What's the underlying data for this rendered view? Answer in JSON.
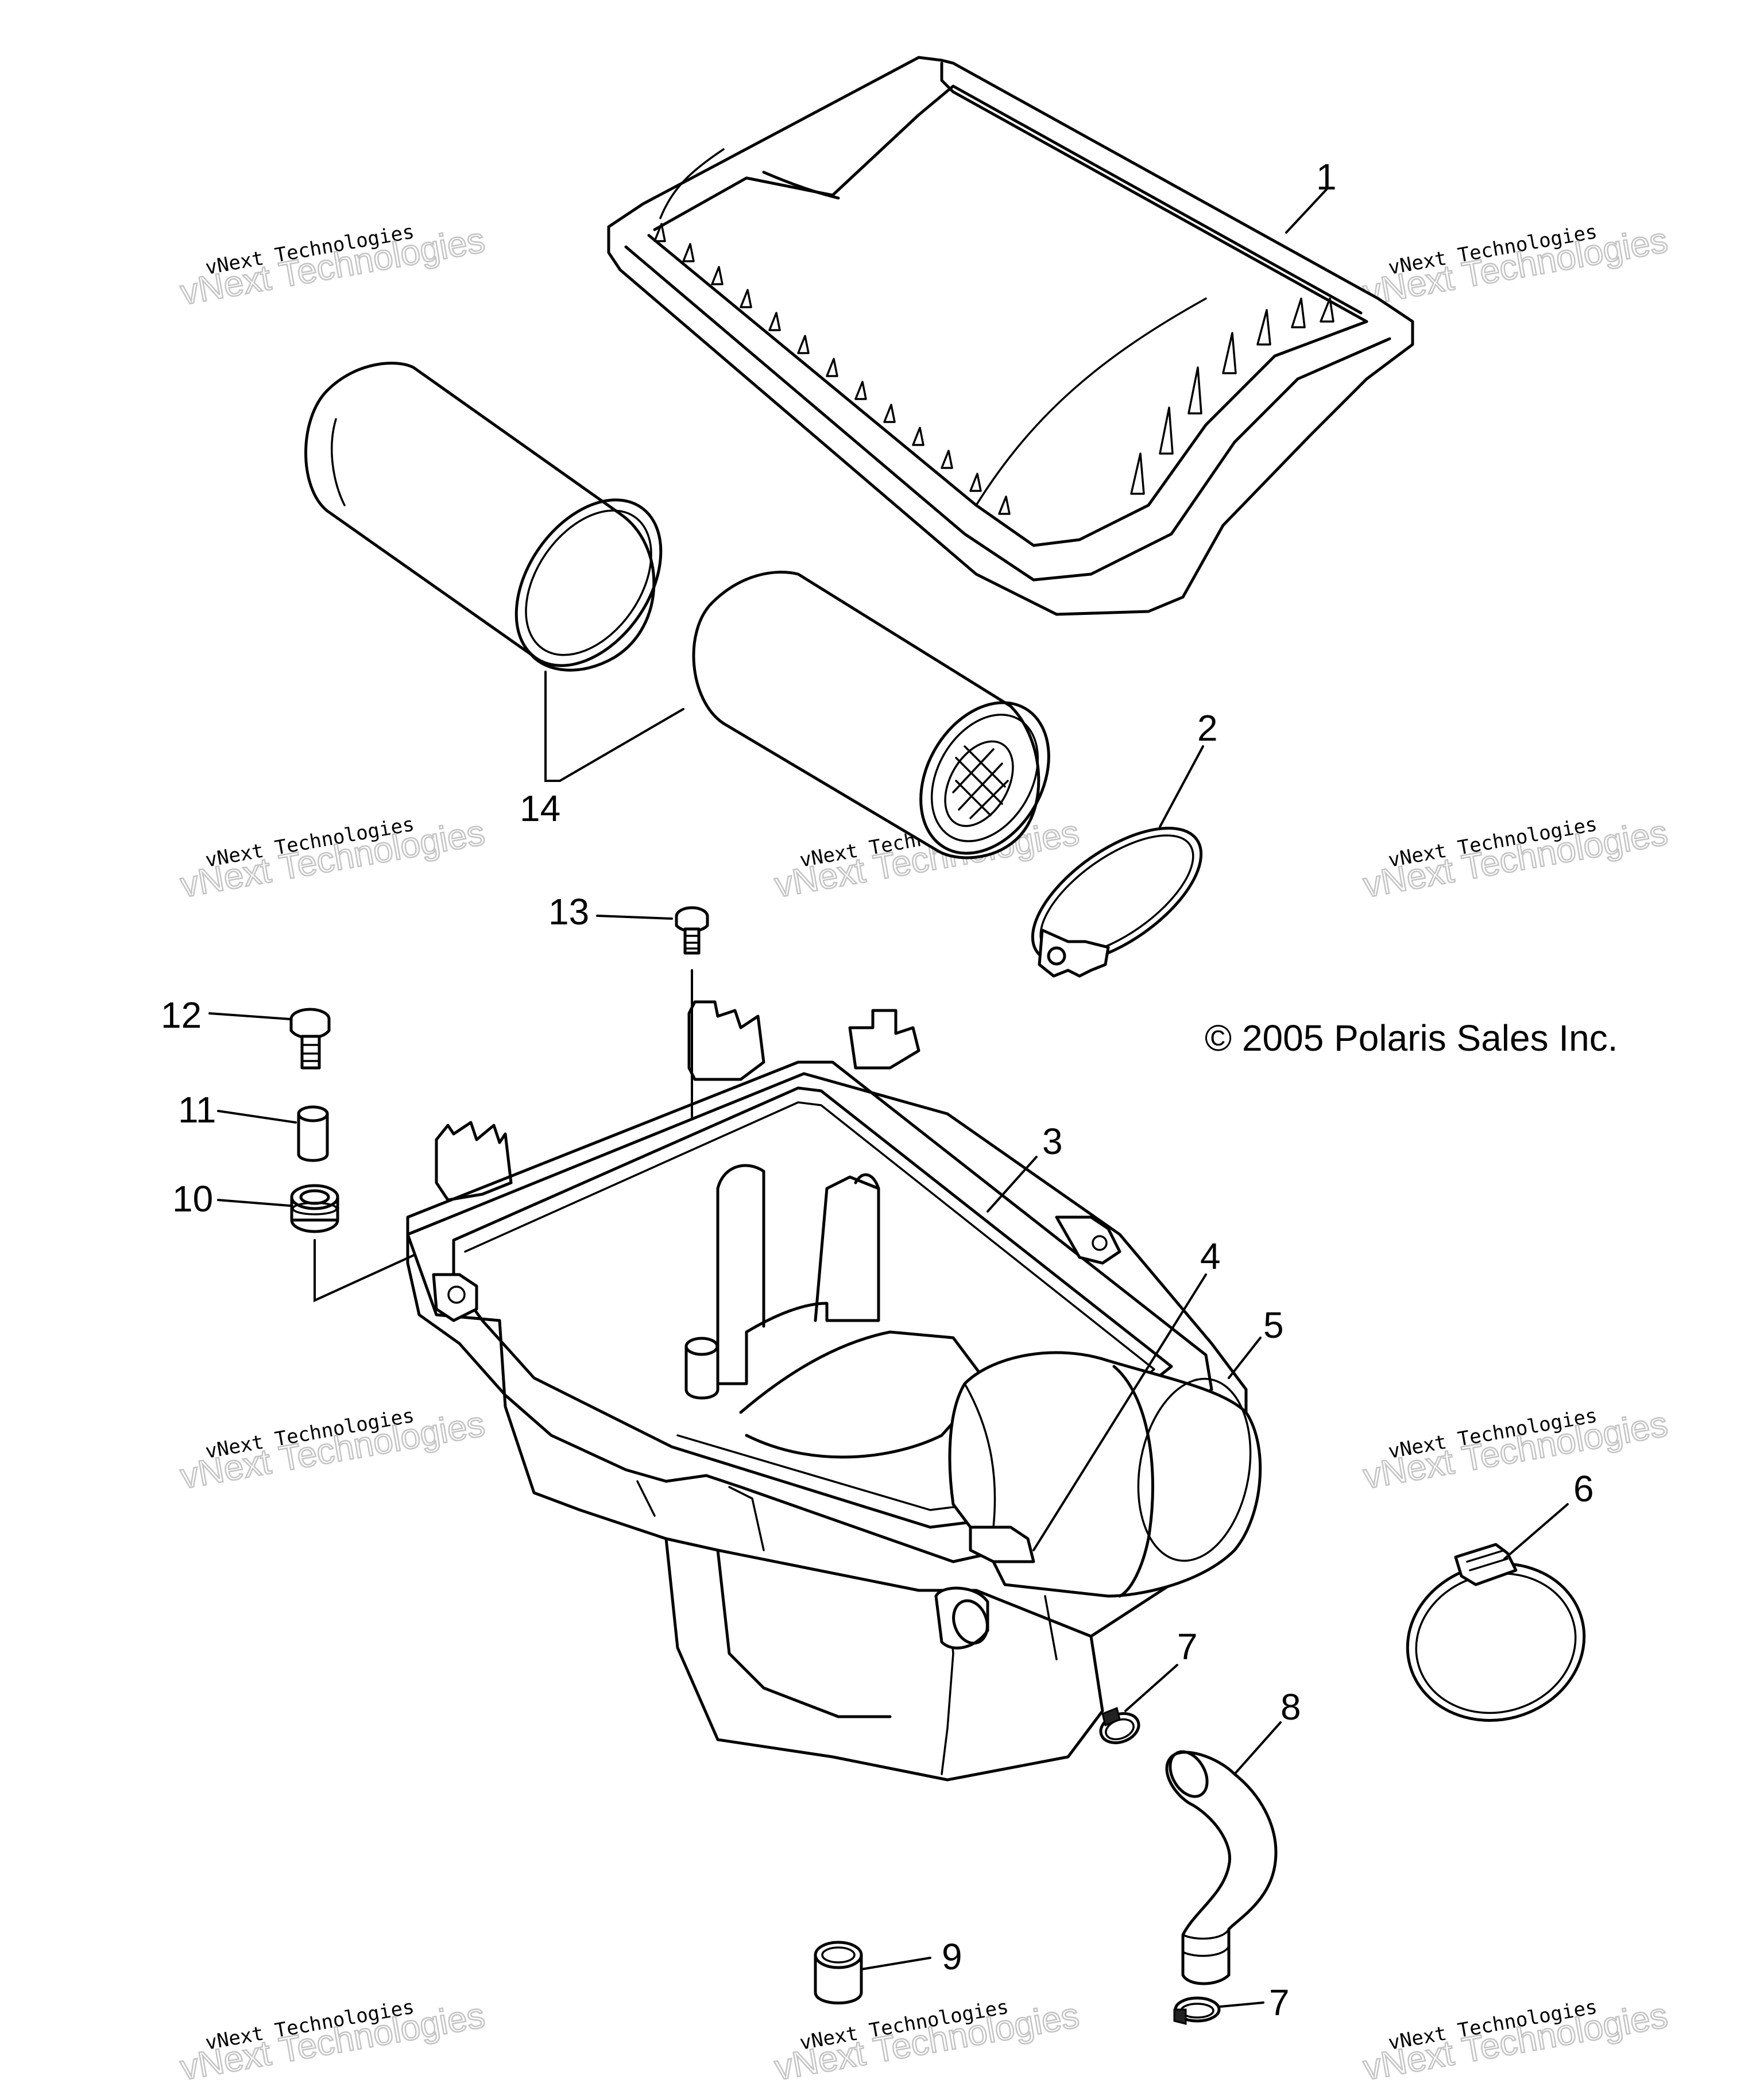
{
  "diagram": {
    "copyright": "© 2005 Polaris Sales Inc.",
    "watermark": {
      "line1": "vNext Technologies",
      "line2": "vNext Technologies"
    },
    "callouts": [
      {
        "id": "1",
        "label": "1",
        "part": "Air box cover"
      },
      {
        "id": "2",
        "label": "2",
        "part": "Clamp"
      },
      {
        "id": "3",
        "label": "3",
        "part": "Air box base"
      },
      {
        "id": "4",
        "label": "4",
        "part": "Tab"
      },
      {
        "id": "5",
        "label": "5",
        "part": "Outlet boot"
      },
      {
        "id": "6",
        "label": "6",
        "part": "Hose clamp"
      },
      {
        "id": "7a",
        "label": "7",
        "part": "Small clamp"
      },
      {
        "id": "7b",
        "label": "7",
        "part": "Small clamp"
      },
      {
        "id": "8",
        "label": "8",
        "part": "Drain hose"
      },
      {
        "id": "9",
        "label": "9",
        "part": "Drain plug"
      },
      {
        "id": "10",
        "label": "10",
        "part": "Grommet"
      },
      {
        "id": "11",
        "label": "11",
        "part": "Bushing"
      },
      {
        "id": "12",
        "label": "12",
        "part": "Screw"
      },
      {
        "id": "13",
        "label": "13",
        "part": "Screw"
      },
      {
        "id": "14",
        "label": "14",
        "part": "Filter elements"
      }
    ],
    "icons": {
      "clamp": "clamp-icon",
      "screw": "screw-icon",
      "grommet": "grommet-icon"
    }
  }
}
